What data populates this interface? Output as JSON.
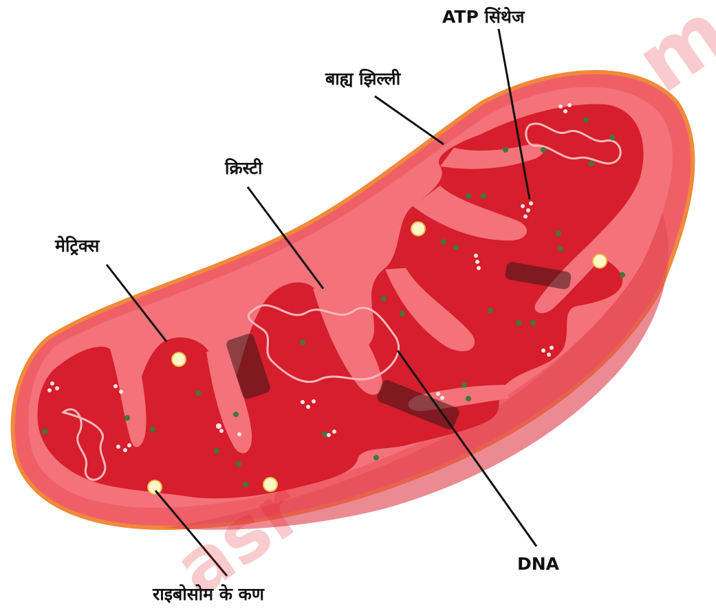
{
  "labels": {
    "atp_synthase": "ATP सिंथेज",
    "outer_membrane": "बाह्य झिल्ली",
    "cristae": "क्रिस्टी",
    "matrix": "मेट्रिक्स",
    "dna": "DNA",
    "ribosome": "राइबोसोम के कण"
  },
  "watermark": {
    "top_right_text": "m",
    "bottom_text": "asr"
  },
  "colors": {
    "outer_body": "#ef5f68",
    "outer_rim": "#f08a3a",
    "intermembrane": "#f4727a",
    "matrix": "#d61e2c",
    "dna_strand": "#f7b8bd",
    "green_granules": "#3c7a3a",
    "ribosome_dots": "#fff6c8",
    "label_lines": "#111111",
    "watermark": "#e41b23"
  }
}
